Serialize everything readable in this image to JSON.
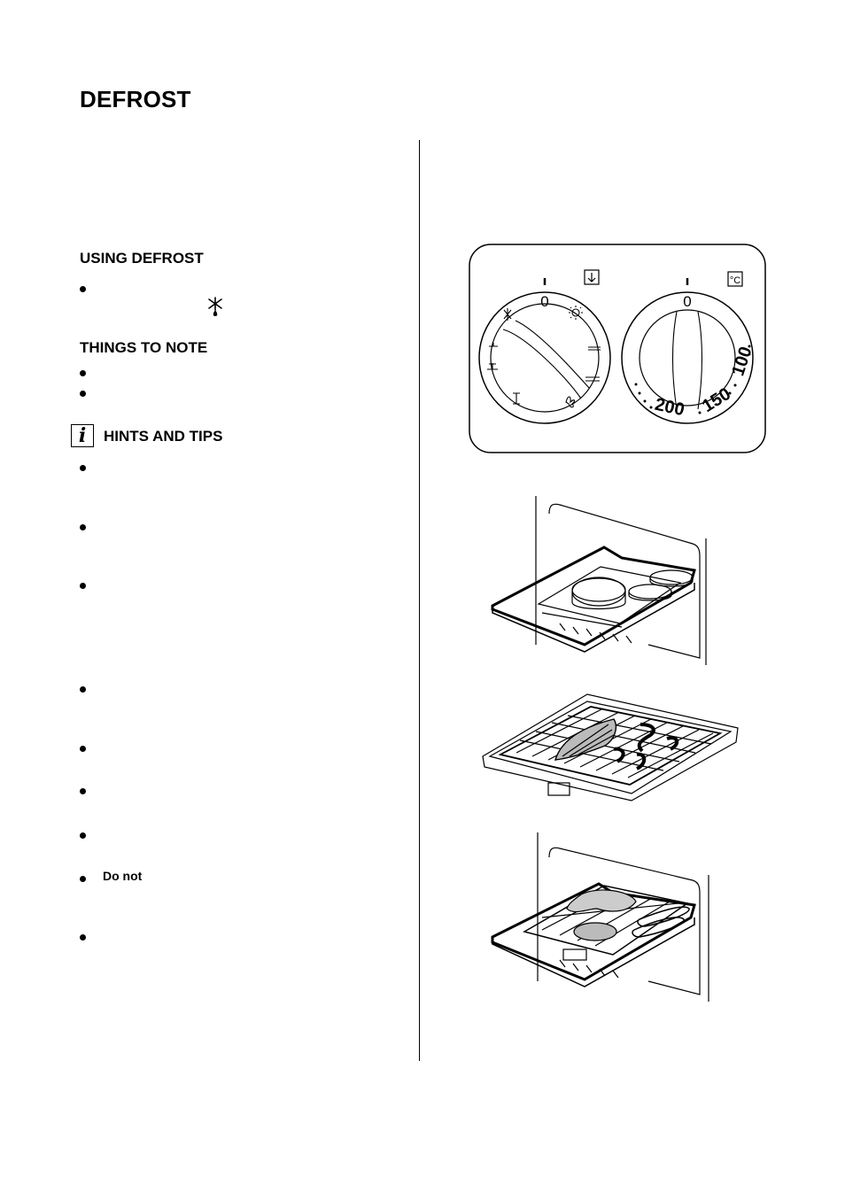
{
  "page": {
    "title": "DEFROST"
  },
  "sections": {
    "using": {
      "heading": "USING DEFROST"
    },
    "note": {
      "heading": "THINGS TO NOTE"
    },
    "hints": {
      "heading": "HINTS AND TIPS",
      "icon": "info-icon"
    }
  },
  "bullets": {
    "do_not": "Do not"
  },
  "icons": {
    "defrost_symbol": "defrost-icon"
  },
  "control_panel": {
    "left_knob": {
      "zero_label": "0"
    },
    "right_knob": {
      "zero_label": "0",
      "scale": [
        "200",
        "150",
        "100"
      ]
    }
  }
}
